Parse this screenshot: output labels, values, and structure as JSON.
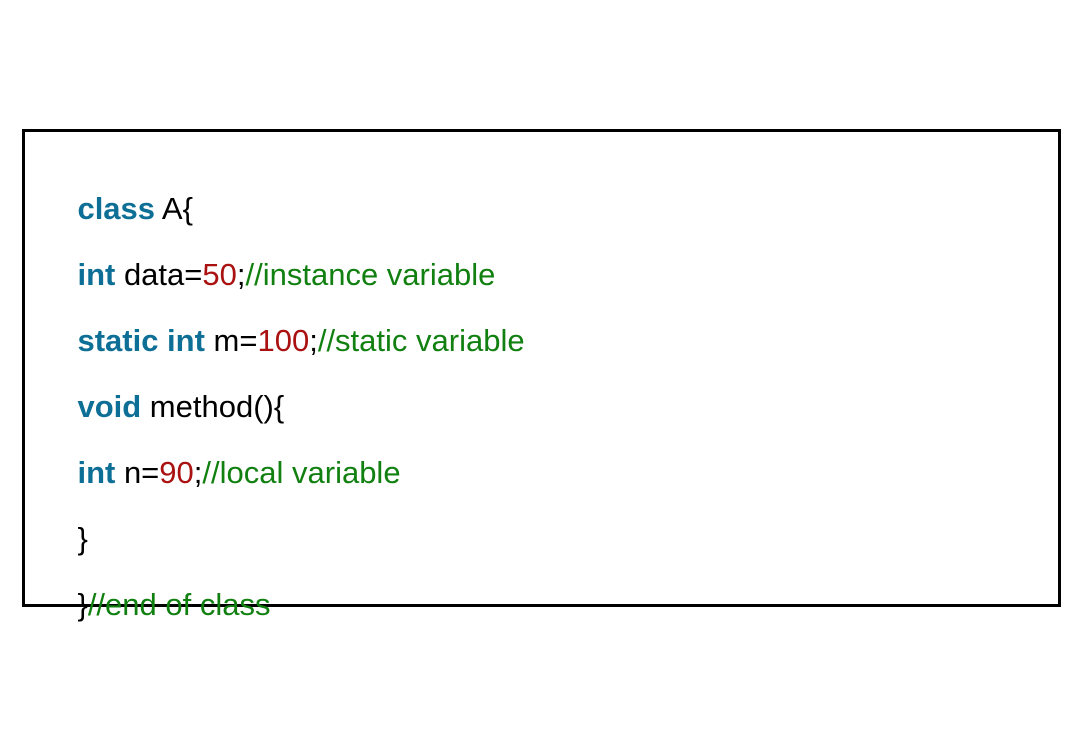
{
  "colors": {
    "keyword": "#0e6f96",
    "number": "#aa1111",
    "comment": "#118011",
    "plain": "#000000",
    "border": "#000000",
    "background": "#ffffff"
  },
  "code": {
    "lines": [
      {
        "tokens": [
          {
            "t": "kw",
            "v": "class"
          },
          {
            "t": "plain",
            "v": " A{"
          }
        ]
      },
      {
        "tokens": [
          {
            "t": "kw",
            "v": "int"
          },
          {
            "t": "plain",
            "v": " data="
          },
          {
            "t": "num",
            "v": "50"
          },
          {
            "t": "plain",
            "v": ";"
          },
          {
            "t": "com",
            "v": "//instance variable"
          }
        ]
      },
      {
        "tokens": [
          {
            "t": "kw",
            "v": "static int"
          },
          {
            "t": "plain",
            "v": " m="
          },
          {
            "t": "num",
            "v": "100"
          },
          {
            "t": "plain",
            "v": ";"
          },
          {
            "t": "com",
            "v": "//static variable"
          }
        ]
      },
      {
        "tokens": [
          {
            "t": "kw",
            "v": "void"
          },
          {
            "t": "plain",
            "v": " method(){"
          }
        ]
      },
      {
        "tokens": [
          {
            "t": "kw",
            "v": "int"
          },
          {
            "t": "plain",
            "v": " n="
          },
          {
            "t": "num",
            "v": "90"
          },
          {
            "t": "plain",
            "v": ";"
          },
          {
            "t": "com",
            "v": "//local variable"
          }
        ]
      },
      {
        "tokens": [
          {
            "t": "plain",
            "v": "}"
          }
        ]
      },
      {
        "tokens": [
          {
            "t": "plain",
            "v": "}"
          },
          {
            "t": "com",
            "v": "//end of class"
          }
        ]
      }
    ]
  }
}
